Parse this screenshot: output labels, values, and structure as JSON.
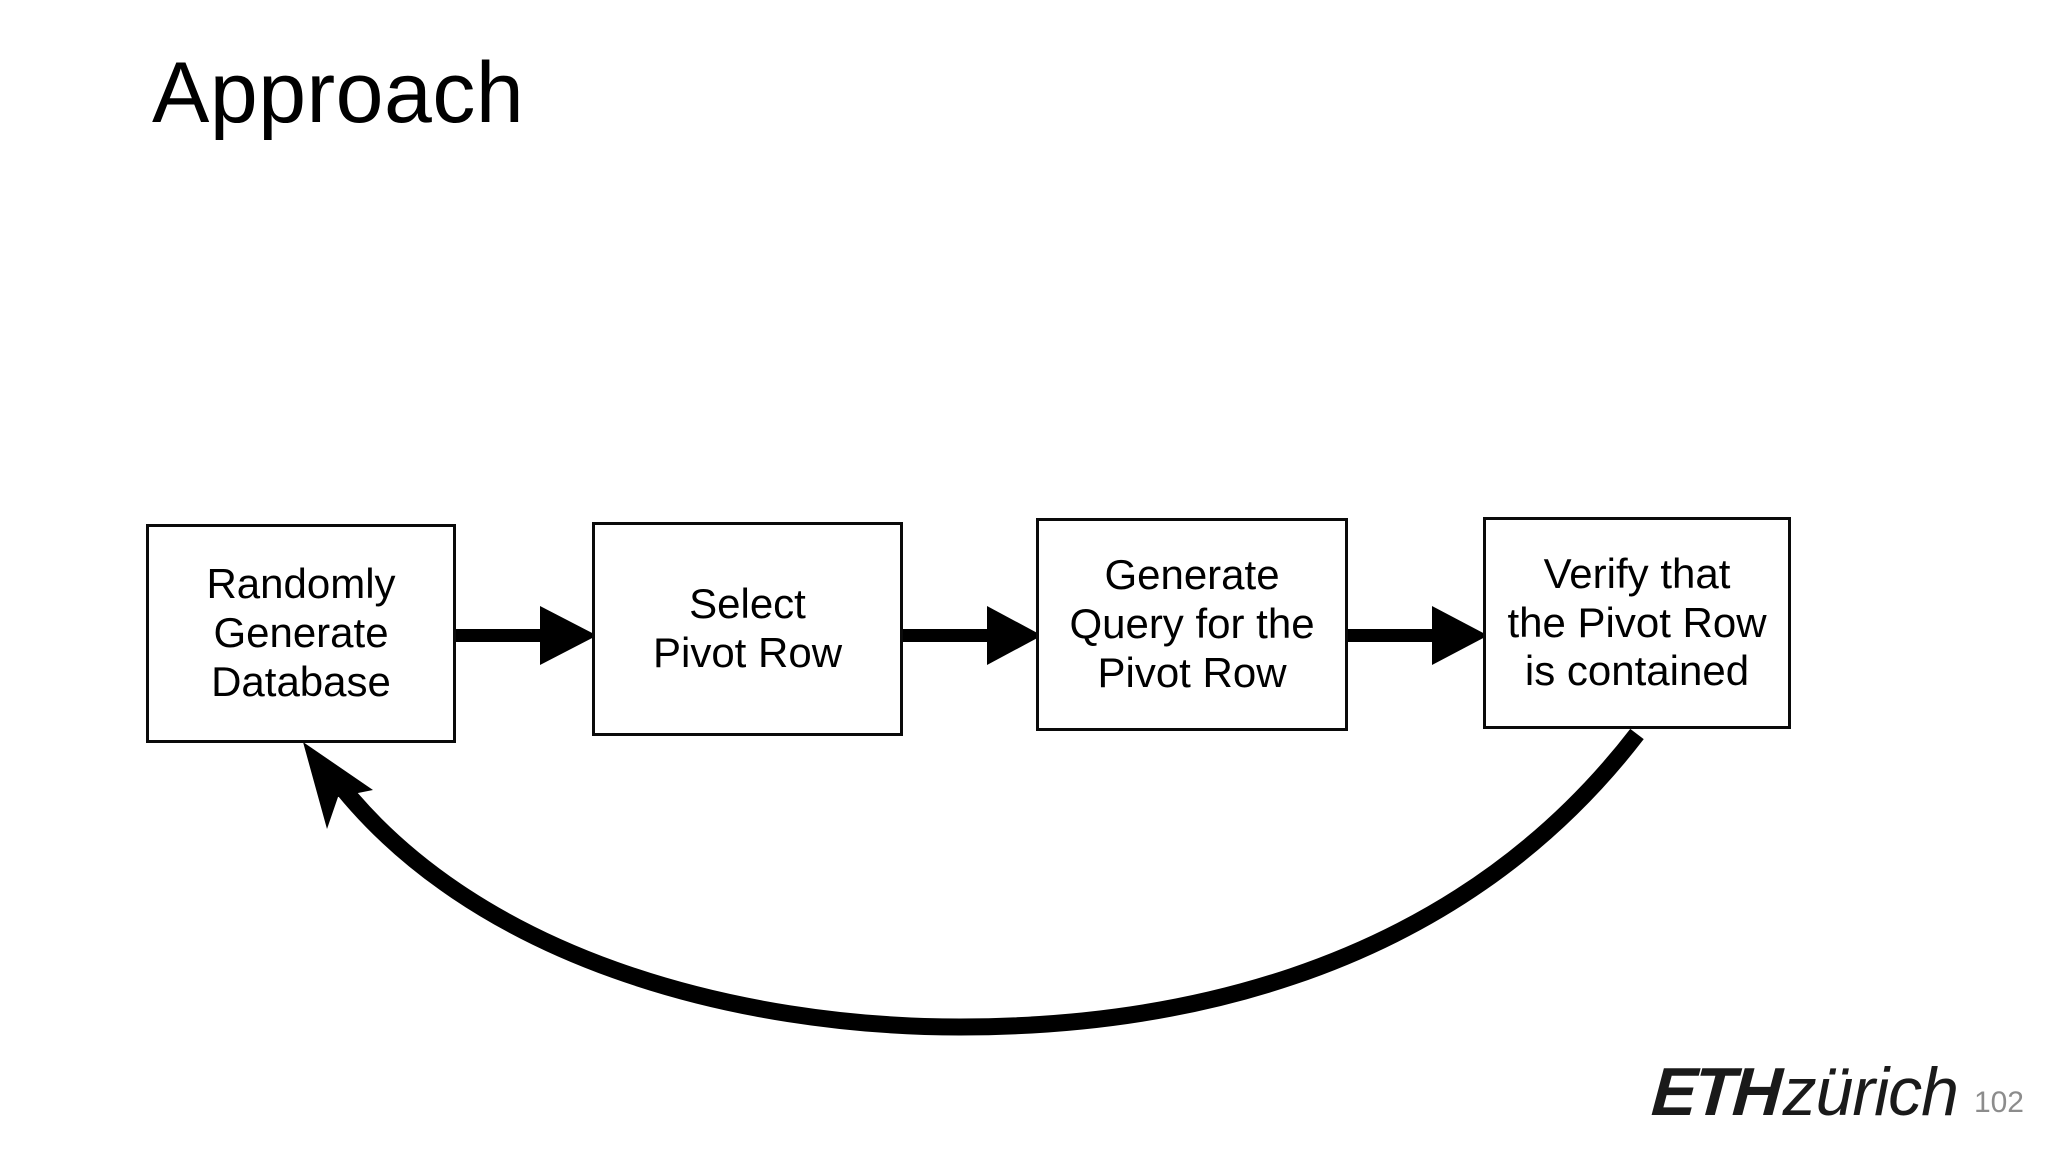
{
  "slide": {
    "title": "Approach",
    "page_number": "102",
    "background_color": "#ffffff",
    "text_color": "#000000",
    "page_number_color": "#8c8c8c"
  },
  "diagram": {
    "type": "flowchart",
    "orientation": "horizontal",
    "boxes": [
      {
        "id": "randomly-generate-database",
        "lines": [
          "Randomly",
          "Generate",
          "Database"
        ]
      },
      {
        "id": "select-pivot-row",
        "lines": [
          "Select",
          "Pivot Row"
        ]
      },
      {
        "id": "generate-query-for-the-pivot-row",
        "lines": [
          "Generate",
          "Query for the",
          "Pivot Row"
        ]
      },
      {
        "id": "verify-that-the-pivot-row-is-contained",
        "lines": [
          "Verify that",
          "the Pivot Row",
          "is contained"
        ]
      }
    ],
    "arrows": [
      {
        "id": "arrow-1-to-2",
        "from": "randomly-generate-database",
        "to": "select-pivot-row",
        "style": "straight"
      },
      {
        "id": "arrow-2-to-3",
        "from": "select-pivot-row",
        "to": "generate-query-for-the-pivot-row",
        "style": "straight"
      },
      {
        "id": "arrow-3-to-4",
        "from": "generate-query-for-the-pivot-row",
        "to": "verify-that-the-pivot-row-is-contained",
        "style": "straight"
      },
      {
        "id": "arrow-4-to-1-feedback",
        "from": "verify-that-the-pivot-row-is-contained",
        "to": "randomly-generate-database",
        "style": "curved-loop"
      }
    ],
    "arrow_color": "#000000",
    "box_border_color": "#0a0a0a"
  },
  "footer": {
    "logo_primary": "ETH",
    "logo_secondary": "zürich"
  }
}
